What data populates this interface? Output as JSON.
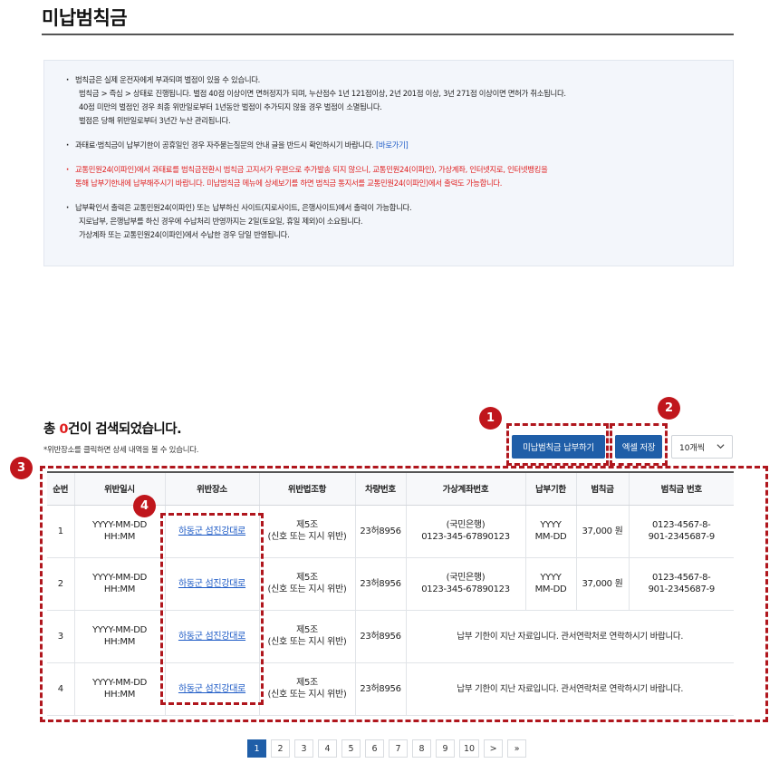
{
  "page": {
    "title": "미납범칙금"
  },
  "notice": {
    "item1": [
      "범칙금은 실제 운전자에게 부과되며 벌점이 있을 수 있습니다.",
      "범칙금 > 즉심 > 상태로 진행됩니다. 벌점 40점 이상이면 면허정지가 되며, 누산점수 1년 121점이상, 2년 201점 이상, 3년 271점  이상이면 면허가 취소됩니다.",
      "40점 미만의 벌점인 경우 최종 위반일로부터 1년동안 벌점이 추가되지 않을 경우 벌점이 소멸됩니다.",
      "벌점은 당해 위반일로부터 3년간 누산 관리됩니다."
    ],
    "item2_text": "과태료·범칙금이 납부기한이 공휴일인 경우 자주묻는질문의 안내 글을 반드시 확인하시기 바랍니다.",
    "item2_link": "[바로가기]",
    "item3": [
      "교통민원24(이파인)에서 과태료를 범칙금전환시 범칙금 고지서가 우편으로 추가발송 되지 않으니,  교통민원24(이파인), 가상계좌, 인터넷지로, 인터넷뱅킹을",
      "통해 납부기한내에 납부해주시기 바랍니다.  미납범칙금 메뉴에 상세보기를 하면 범칙금 통지서를 교통민원24(이파인)에서 출력도 가능합니다."
    ],
    "item4": [
      "납부확인서 출력은 교통민원24(이파인) 또는 납부하신 사이트(지로사이트, 은행사이트)에서 출력이 가능합니다.",
      "지로납부, 은행납부를 하신 경우에 수납처리 반영까지는 2일(토요일, 휴일 제외)이 소요됩니다.",
      "가상계좌 또는 교통민원24(이파인)에서 수납한 경우 당일 반영됩니다."
    ]
  },
  "results": {
    "prefix": "총 ",
    "count": "0",
    "suffix": "건이 검색되었습니다.",
    "hint": "*위반장소를 클릭하면 상세 내역을 볼 수 있습니다."
  },
  "toolbar": {
    "pay_button": "미납범칙금 납부하기",
    "excel_button": "엑셀 저장",
    "page_size": "10개씩"
  },
  "badges": [
    "1",
    "2",
    "3",
    "4"
  ],
  "table": {
    "headers": [
      "순번",
      "위반일시",
      "위반장소",
      "위반법조항",
      "차량번호",
      "가상계좌번호",
      "납부기한",
      "범칙금",
      "범칙금 번호"
    ],
    "rows": [
      {
        "no": "1",
        "date": "YYYY-MM-DD",
        "time": "HH:MM",
        "place": "하동군 섬진강대로",
        "law1": "제5조",
        "law2": "(신호 또는 지시 위반)",
        "car": "23허8956",
        "bank": "(국민은행)",
        "account": "0123-345-67890123",
        "due1": "YYYY",
        "due2": "MM-DD",
        "amount": "37,000 원",
        "fine_no1": "0123-4567-8-",
        "fine_no2": "901-2345687-9"
      },
      {
        "no": "2",
        "date": "YYYY-MM-DD",
        "time": "HH:MM",
        "place": "하동군 섬진강대로",
        "law1": "제5조",
        "law2": "(신호 또는 지시 위반)",
        "car": "23허8956",
        "bank": "(국민은행)",
        "account": "0123-345-67890123",
        "due1": "YYYY",
        "due2": "MM-DD",
        "amount": "37,000 원",
        "fine_no1": "0123-4567-8-",
        "fine_no2": "901-2345687-9"
      },
      {
        "no": "3",
        "date": "YYYY-MM-DD",
        "time": "HH:MM",
        "place": "하동군 섬진강대로",
        "law1": "제5조",
        "law2": "(신호 또는 지시 위반)",
        "car": "23허8956",
        "message": "납부 기한이 지난 자료입니다. 관서연락처로 연락하시기 바랍니다."
      },
      {
        "no": "4",
        "date": "YYYY-MM-DD",
        "time": "HH:MM",
        "place": "하동군 섬진강대로",
        "law1": "제5조",
        "law2": "(신호 또는 지시 위반)",
        "car": "23허8956",
        "message": "납부 기한이 지난 자료입니다. 관서연락처로 연락하시기 바랍니다."
      }
    ]
  },
  "pagination": {
    "pages": [
      "1",
      "2",
      "3",
      "4",
      "5",
      "6",
      "7",
      "8",
      "9",
      "10"
    ],
    "active": "1",
    "next": ">",
    "last": "»"
  },
  "colors": {
    "primary": "#1f5ea8",
    "highlight": "#b0161d",
    "count": "#e02020"
  }
}
